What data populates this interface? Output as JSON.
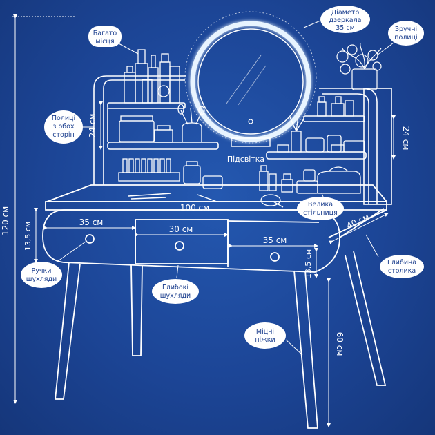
{
  "colors": {
    "background": "#1c4596",
    "line": "#ffffff",
    "bubble": "#ffffff",
    "bubble_text": "#1c3f8e",
    "glow": "#e8f4ff"
  },
  "dimensions": {
    "total_height": "120 см",
    "drawer_height_left": "13,5 см",
    "drawer_height_right": "13,5 см",
    "shelf_left": "24 см",
    "shelf_right": "24 см",
    "tabletop_width": "100 см",
    "drawer_left": "35 см",
    "drawer_center": "30 см",
    "drawer_right": "35 см",
    "depth": "40 см",
    "legs": "60 см"
  },
  "callouts": {
    "storage": [
      "Багато",
      "місця"
    ],
    "mirror": [
      "Діаметр",
      "дзеркала",
      "35 см"
    ],
    "shelves_convenient": [
      "Зручні",
      "полиці"
    ],
    "shelves_both": [
      "Полиці",
      "з обох",
      "сторін"
    ],
    "backlight": "Підсвітка",
    "tabletop": [
      "Велика",
      "стільниця"
    ],
    "handles": [
      "Ручки",
      "шухляди"
    ],
    "deep_drawers": [
      "Глибокі",
      "шухляди"
    ],
    "depth": [
      "Глибина",
      "столика"
    ],
    "legs": [
      "Міцні",
      "ніжки"
    ]
  }
}
